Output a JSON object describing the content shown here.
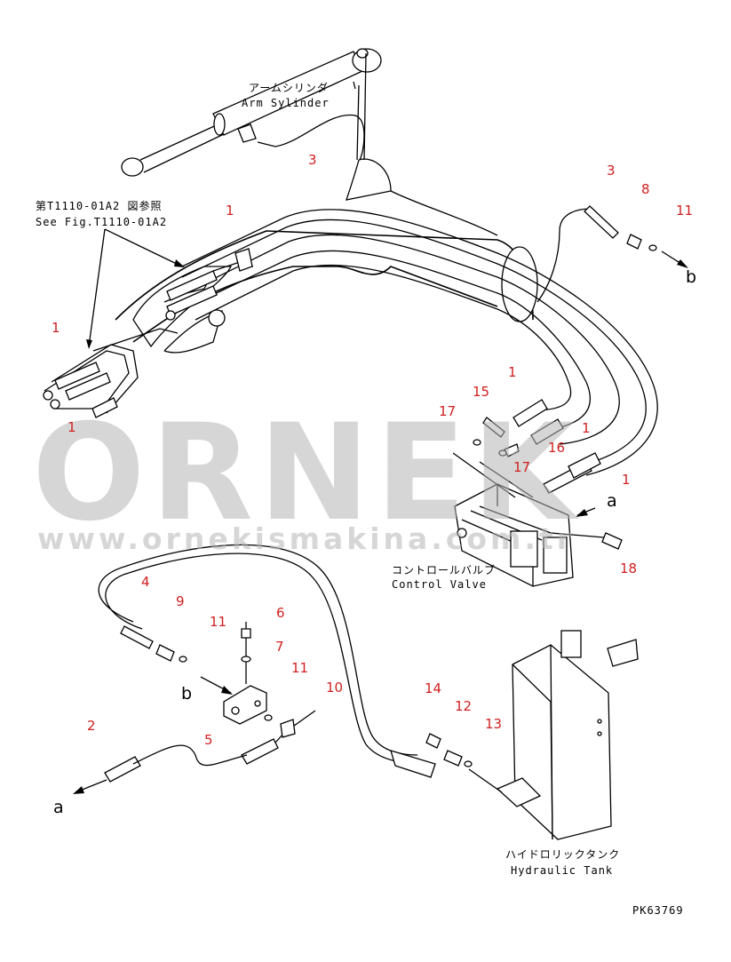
{
  "labels": {
    "arm_cylinder_jp": "アームシリンダ",
    "arm_cylinder_en": "Arm Sylinder",
    "see_fig_jp": "第T1110-01A2 図参照",
    "see_fig_en": "See Fig.T1110-01A2",
    "control_valve_jp": "コントロールバルブ",
    "control_valve_en": "Control Valve",
    "hydraulic_tank_jp": "ハイドロリックタンク",
    "hydraulic_tank_en": "Hydraulic Tank",
    "drawing_code": "PK63769"
  },
  "watermark": {
    "brand": "ORNEK",
    "url": "www.ornekismakina.com.tr"
  },
  "connectors": {
    "a_upper": "a",
    "b_upper": "b",
    "b_lower": "b",
    "a_lower": "a"
  },
  "callouts": [
    "1",
    "3",
    "3",
    "8",
    "11",
    "1",
    "1",
    "1",
    "15",
    "17",
    "1",
    "1",
    "16",
    "17",
    "1",
    "18",
    "4",
    "9",
    "11",
    "6",
    "7",
    "11",
    "10",
    "14",
    "12",
    "13",
    "2",
    "5"
  ],
  "colors": {
    "callout": "#d02020",
    "line": "#000000",
    "watermark": "#b4b4b4"
  }
}
